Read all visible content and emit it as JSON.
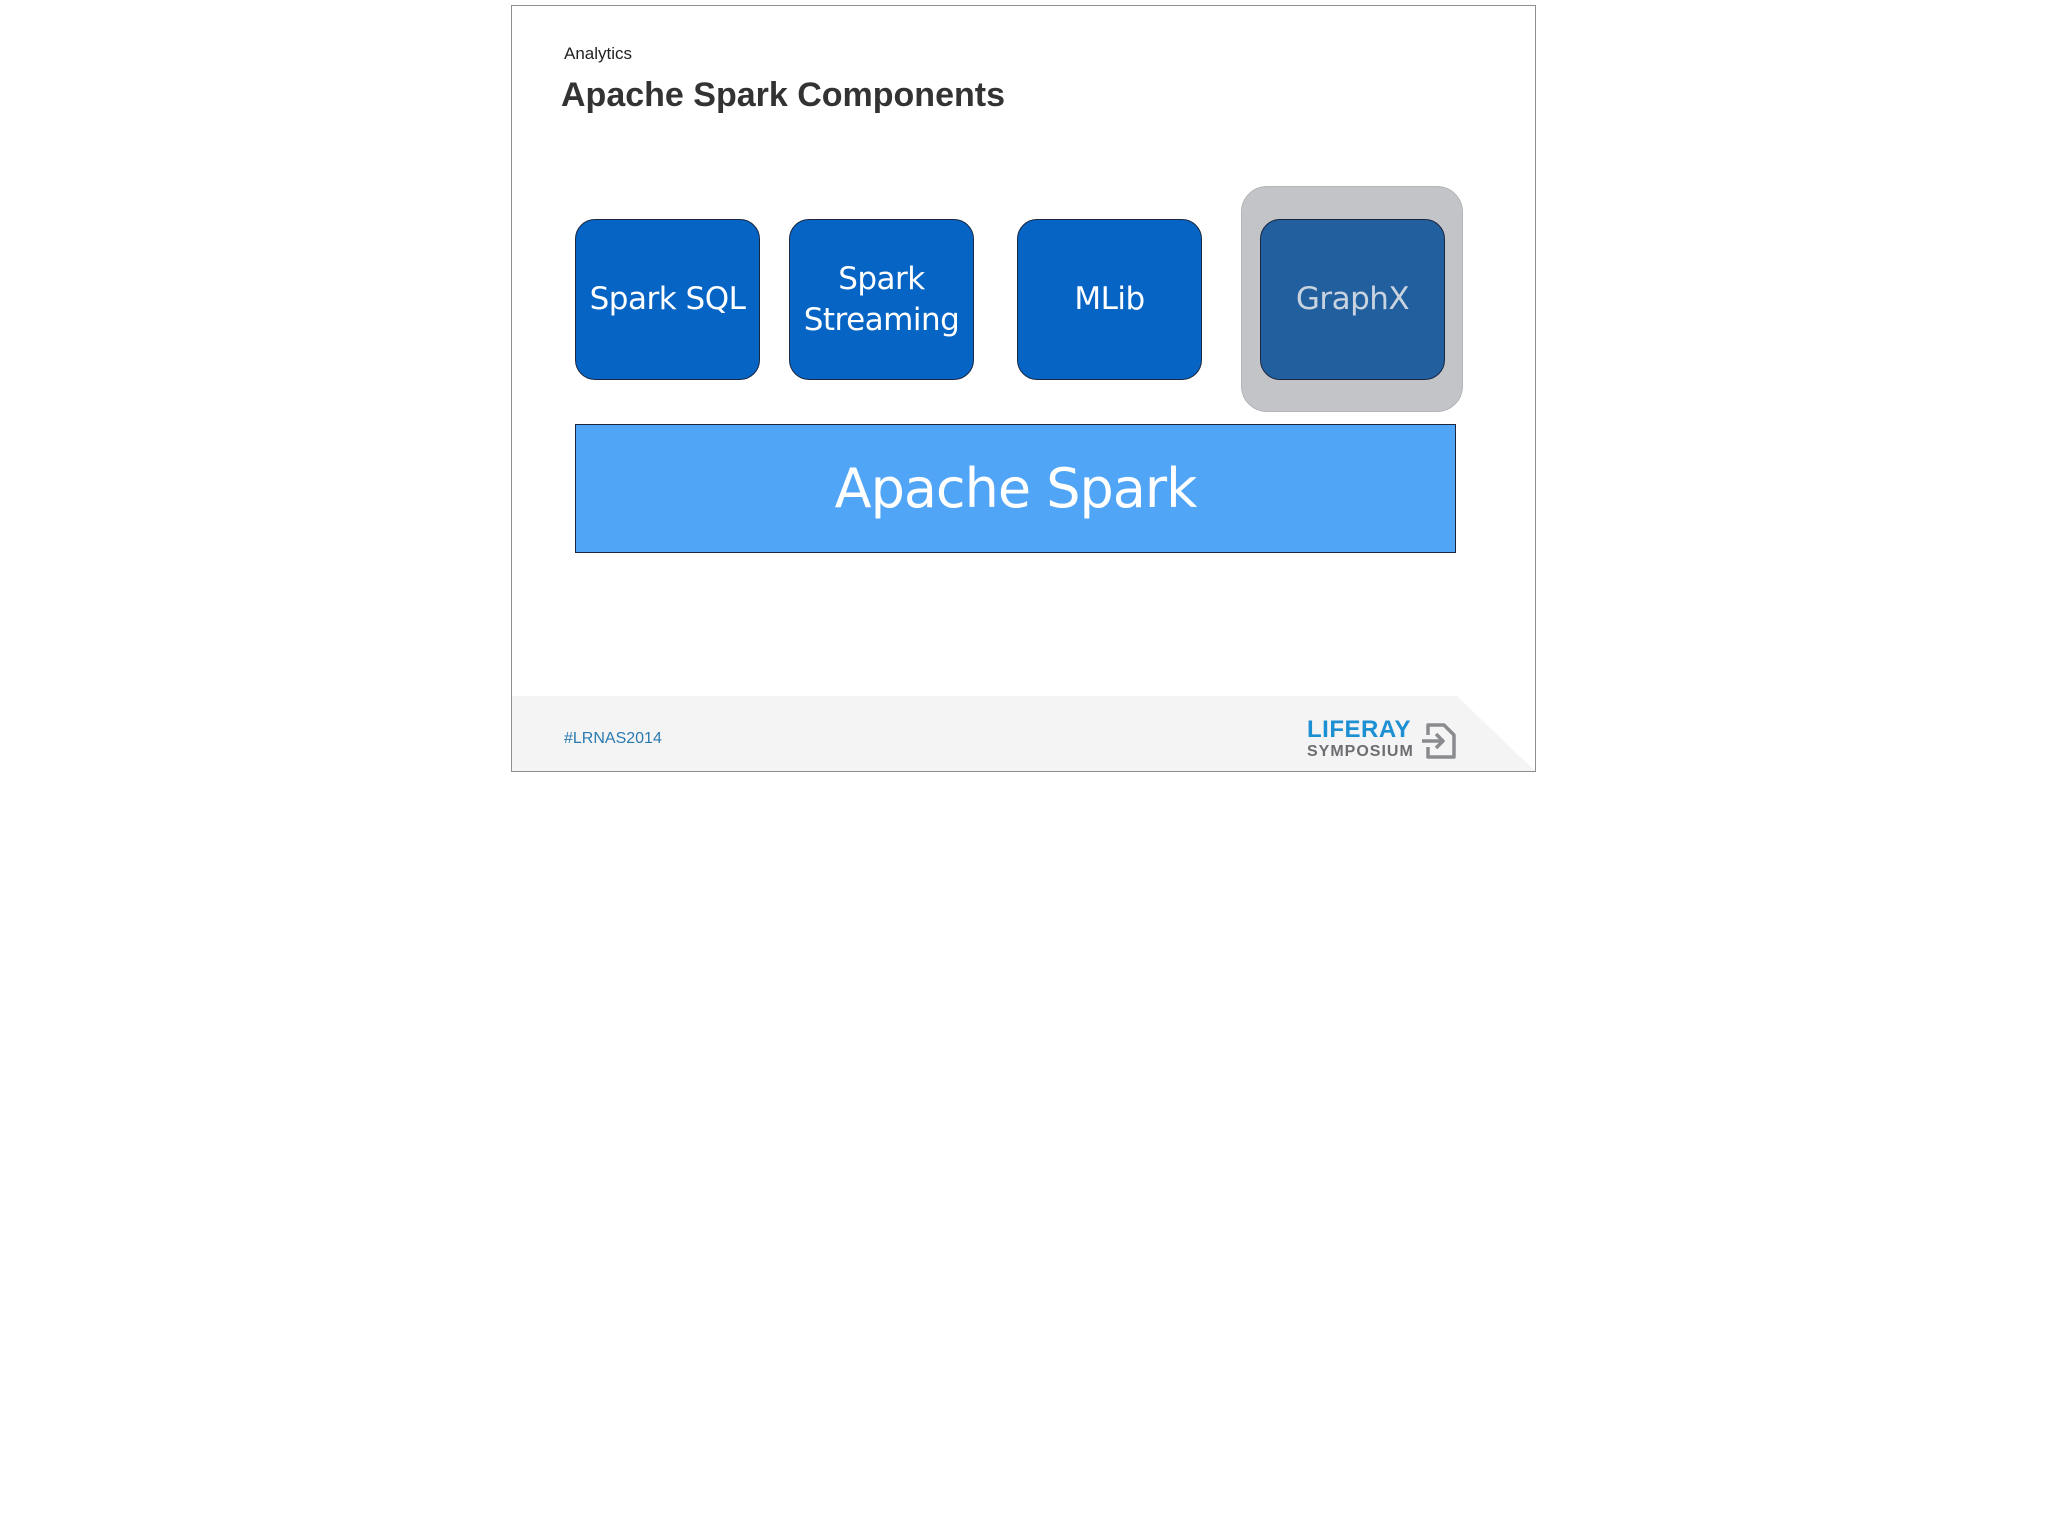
{
  "slide": {
    "section": "Analytics",
    "title": "Apache Spark Components"
  },
  "diagram": {
    "components": [
      {
        "label": "Spark SQL",
        "color": "#0564c4"
      },
      {
        "label": "Spark\nStreaming",
        "color": "#0564c4"
      },
      {
        "label": "MLib",
        "color": "#0564c4"
      },
      {
        "label": "GraphX",
        "color": "#215f9e",
        "text_color": "#c9d3df",
        "highlighted": true
      }
    ],
    "base": {
      "label": "Apache Spark",
      "color": "#50a5f6"
    },
    "highlight_color": "#c2c4c8"
  },
  "footer": {
    "hashtag": "#LRNAS2014",
    "logo": {
      "name": "LIFERAY",
      "subtitle": "SYMPOSIUM",
      "icon": "login-arrow-icon"
    }
  }
}
